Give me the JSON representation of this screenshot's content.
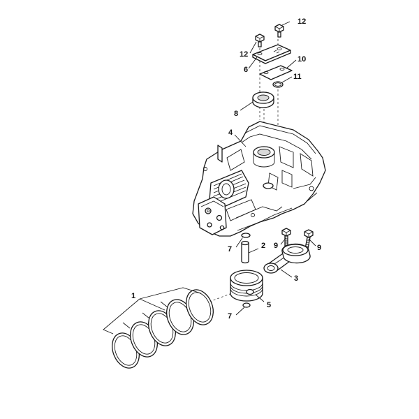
{
  "diagram": {
    "callouts": [
      "1",
      "2",
      "3",
      "4",
      "5",
      "6",
      "7",
      "7",
      "8",
      "9",
      "9",
      "10",
      "11",
      "12",
      "12"
    ],
    "parts": [
      {
        "id": "1",
        "kind": "piston-ring-set"
      },
      {
        "id": "2",
        "kind": "piston-pin"
      },
      {
        "id": "3",
        "kind": "connecting-rod"
      },
      {
        "id": "4",
        "kind": "crankcase"
      },
      {
        "id": "5",
        "kind": "piston"
      },
      {
        "id": "6",
        "kind": "cover-plate"
      },
      {
        "id": "7",
        "kind": "circlip"
      },
      {
        "id": "8",
        "kind": "oil-seal"
      },
      {
        "id": "9",
        "kind": "rod-bolt"
      },
      {
        "id": "10",
        "kind": "gasket"
      },
      {
        "id": "11",
        "kind": "o-ring"
      },
      {
        "id": "12",
        "kind": "screw"
      }
    ]
  }
}
